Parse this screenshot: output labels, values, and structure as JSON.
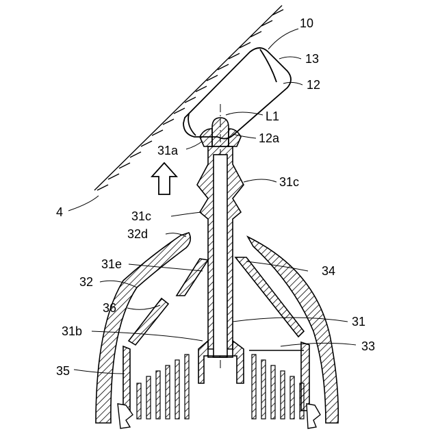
{
  "figure": {
    "labels": {
      "l10": "10",
      "l13": "13",
      "l12": "12",
      "lL1": "L1",
      "l12a": "12a",
      "l31a": "31a",
      "l31c_r": "31c",
      "l4": "4",
      "l31c_l": "31c",
      "l32d": "32d",
      "l31e": "31e",
      "l34": "34",
      "l32": "32",
      "l36": "36",
      "l31": "31",
      "l31b": "31b",
      "l33": "33",
      "l35": "35"
    }
  }
}
